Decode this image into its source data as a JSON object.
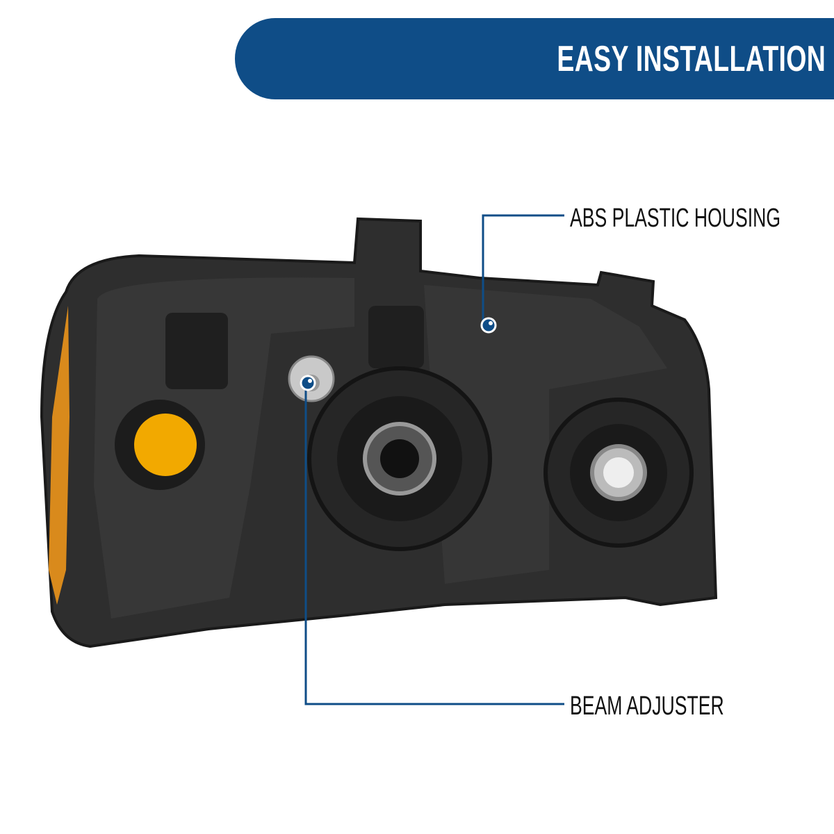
{
  "banner": {
    "title": "EASY INSTALLATION",
    "color": "#0f4d87"
  },
  "callouts": [
    {
      "label": "ABS PLASTIC HOUSING"
    },
    {
      "label": "BEAM ADJUSTER"
    }
  ],
  "colors": {
    "accent": "#0f4d87",
    "housing": "#2e2e2e",
    "amber": "#f2a900"
  }
}
